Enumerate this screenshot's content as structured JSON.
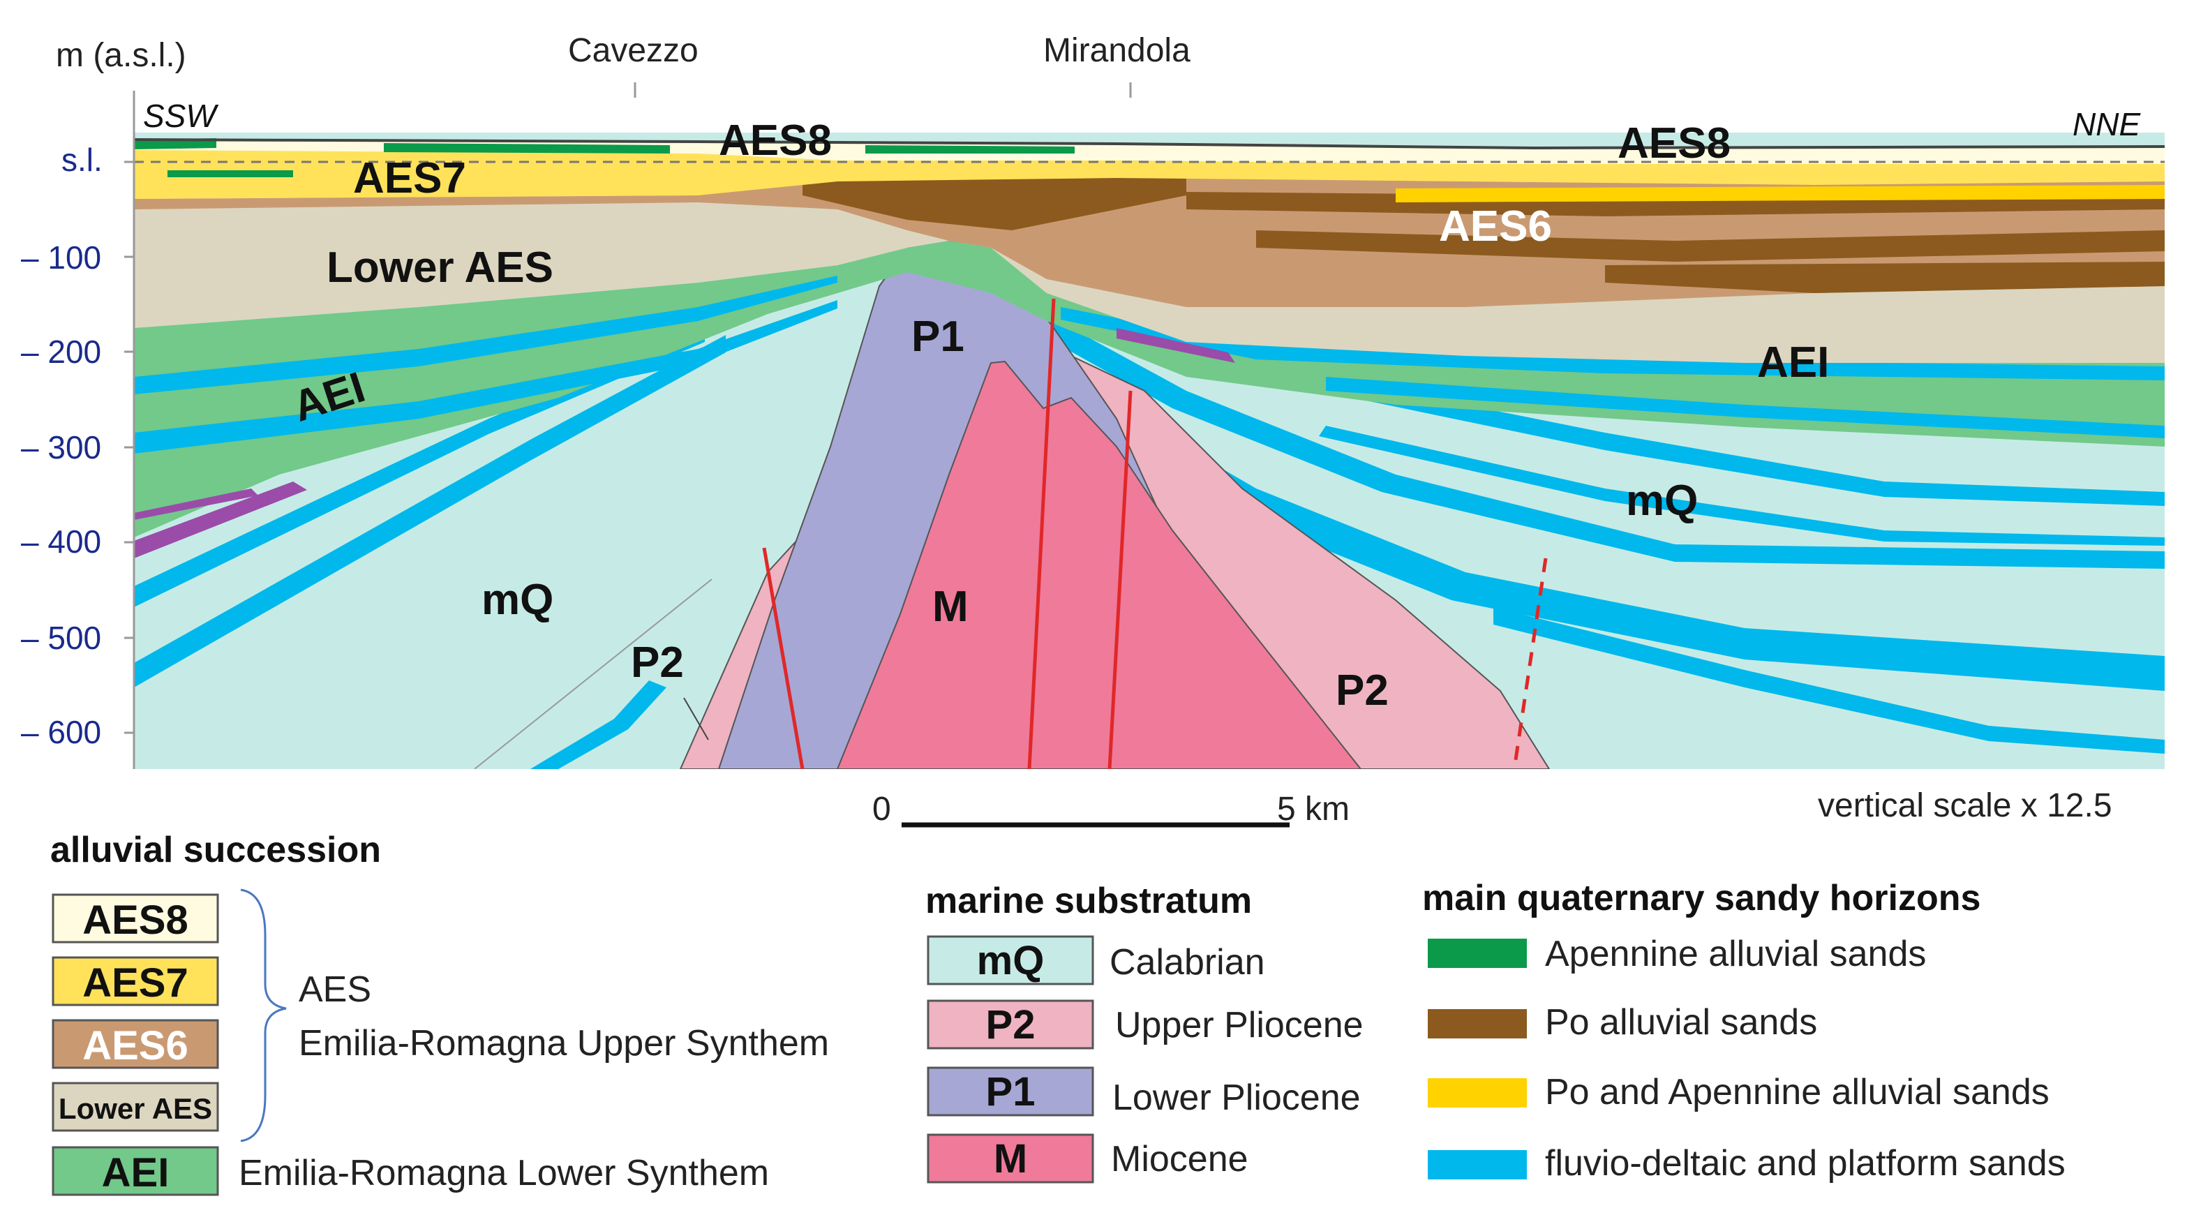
{
  "section": {
    "y_axis_title": "m (a.s.l.)",
    "sea_level_label": "s.l.",
    "depth_ticks": [
      "– 100",
      "– 200",
      "– 300",
      "– 400",
      "– 500",
      "– 600"
    ],
    "towns": [
      "Cavezzo",
      "Mirandola"
    ],
    "dir_left": "SSW",
    "dir_right": "NNE",
    "scale_start": "0",
    "scale_end": "5 km",
    "vertical_scale": "vertical scale x 12.5"
  },
  "units": {
    "aes8": "AES8",
    "aes7": "AES7",
    "aes6": "AES6",
    "lower_aes": "Lower AES",
    "aei": "AEI",
    "mq": "mQ",
    "p1": "P1",
    "p2": "P2",
    "m": "M"
  },
  "legend": {
    "alluvial_title": "alluvial succession",
    "alluvial_items": [
      "AES8",
      "AES7",
      "AES6",
      "Lower AES",
      "AEI"
    ],
    "aes_group": "AES",
    "aes_group_desc": "Emilia-Romagna Upper Synthem",
    "aei_desc": "Emilia-Romagna Lower Synthem",
    "marine_title": "marine substratum",
    "marine_items": [
      {
        "code": "mQ",
        "label": "Calabrian"
      },
      {
        "code": "P2",
        "label": "Upper Pliocene"
      },
      {
        "code": "P1",
        "label": "Lower Pliocene"
      },
      {
        "code": "M",
        "label": "Miocene"
      }
    ],
    "sandy_title": "main quaternary sandy horizons",
    "sandy_items": [
      {
        "label": "Apennine alluvial sands",
        "color": "#0a9a4a"
      },
      {
        "label": "Po alluvial sands",
        "color": "#8c5a1e"
      },
      {
        "label": "Po and Apennine alluvial sands",
        "color": "#ffd200"
      },
      {
        "label": "fluvio-deltaic and platform sands",
        "color": "#00b8ec"
      }
    ]
  },
  "colors": {
    "aes8": "#fffbe0",
    "aes7": "#ffe25a",
    "aes6": "#c99a72",
    "lower_aes": "#dcd6c0",
    "aei": "#72c98a",
    "mq": "#c6ebe6",
    "p2": "#efb3c2",
    "p1": "#a7a7d6",
    "m": "#f07a9a",
    "purple": "#9a4ca8",
    "fault": "#e02828",
    "axis": "#1a2a8c"
  }
}
